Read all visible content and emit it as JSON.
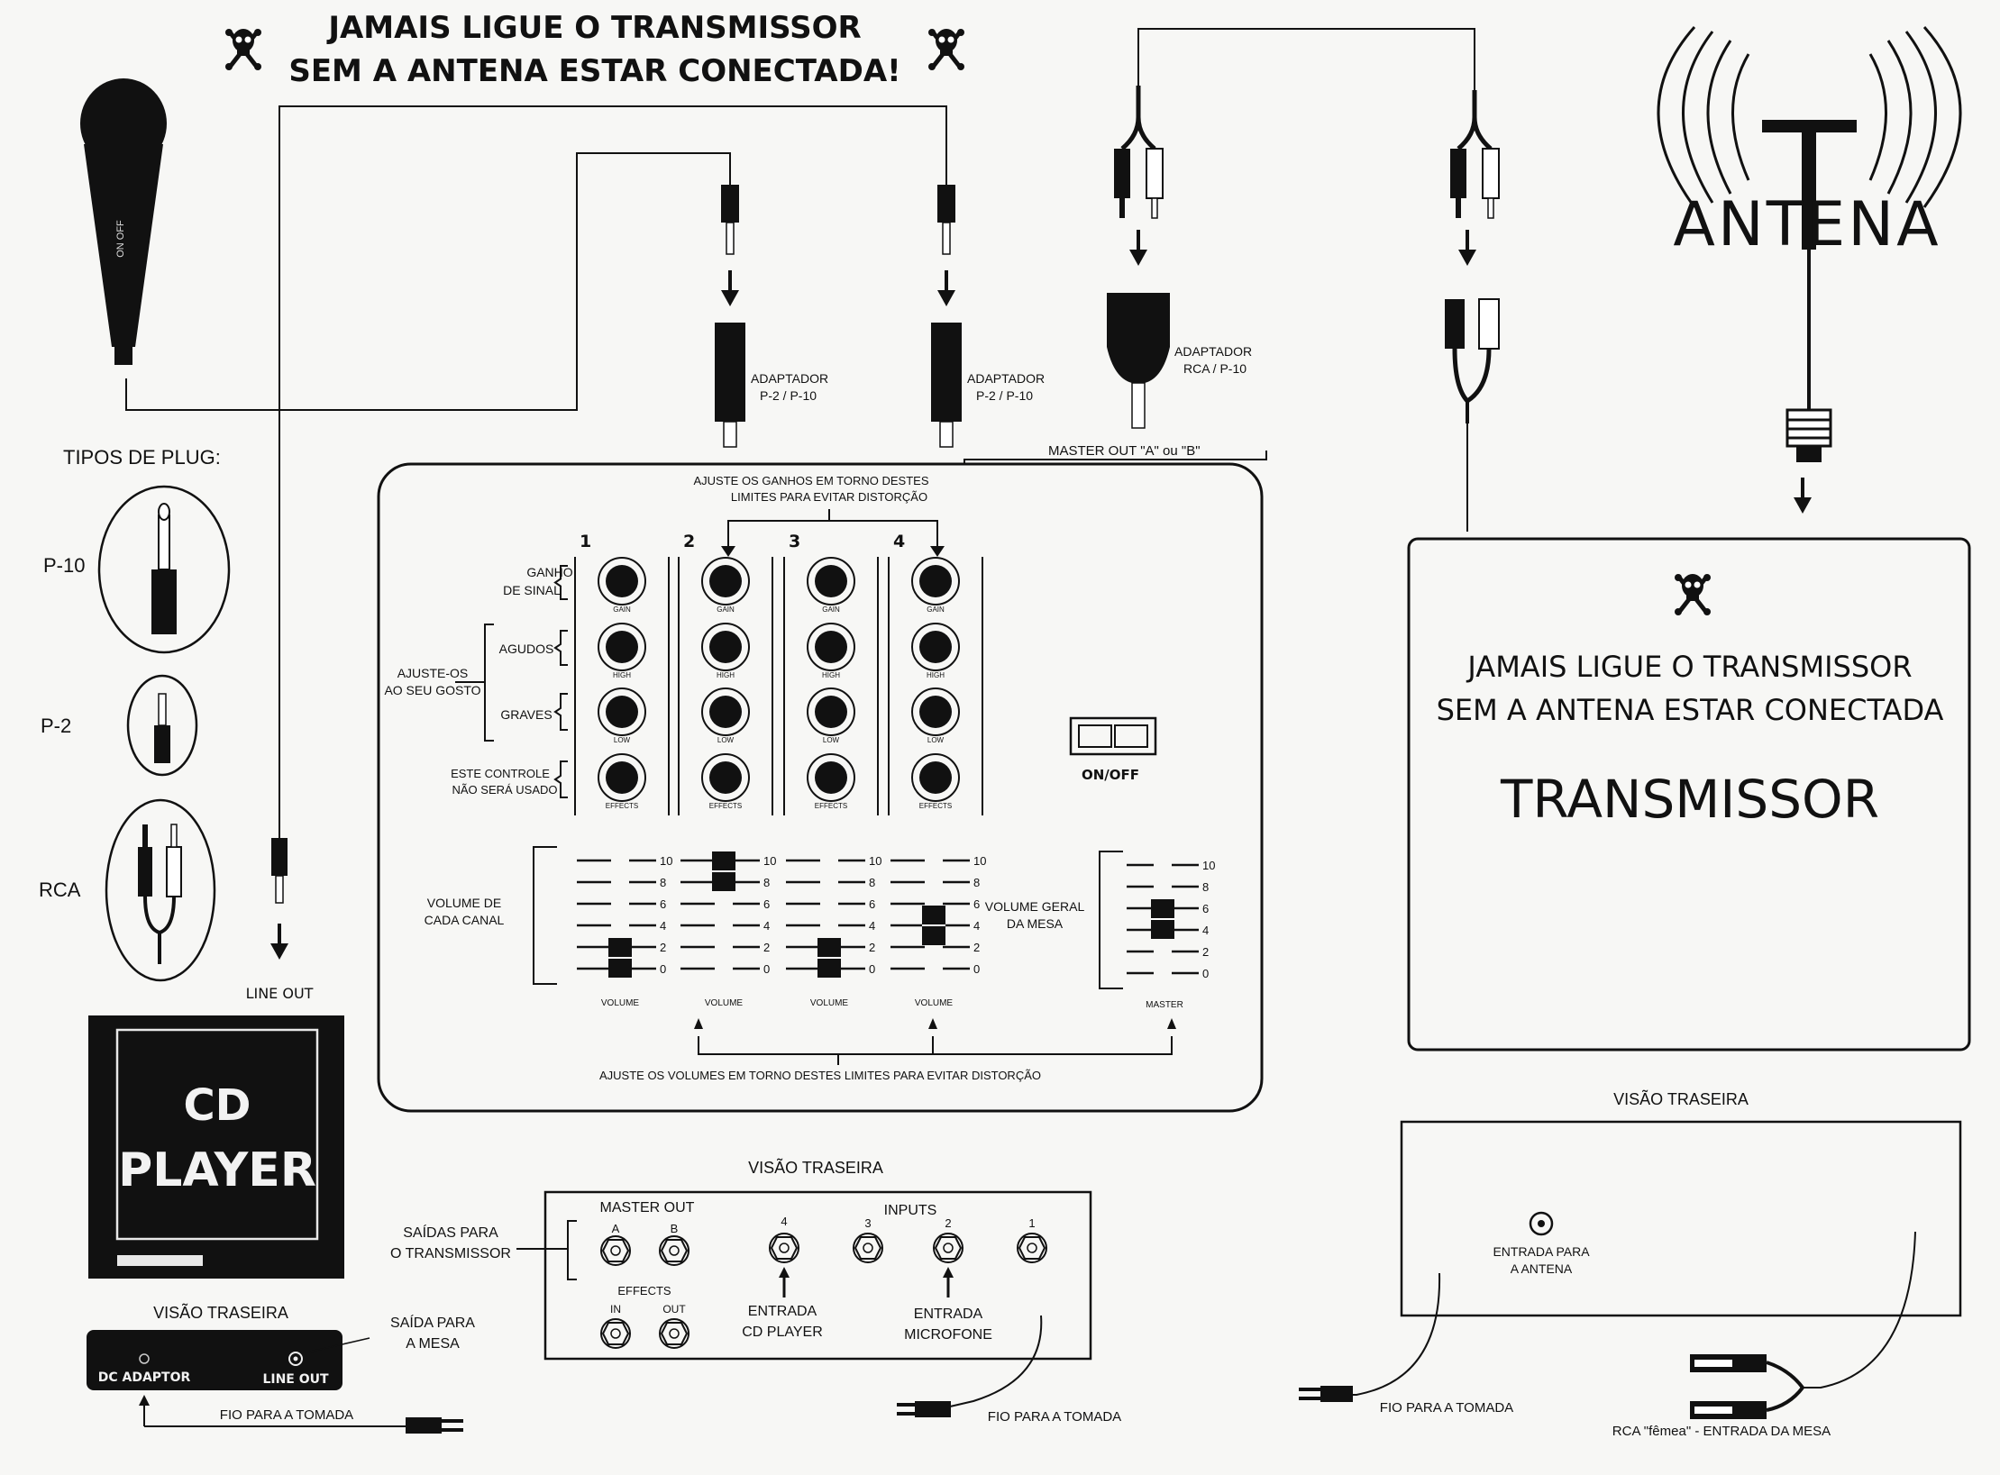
{
  "warning_top": {
    "line1": "JAMAIS LIGUE O TRANSMISSOR",
    "line2": "SEM A ANTENA ESTAR CONECTADA!"
  },
  "microphone": {
    "label": "ON OFF"
  },
  "plug_types": {
    "title": "TIPOS DE PLUG:",
    "p10": "P-10",
    "p2": "P-2",
    "rca": "RCA"
  },
  "adapters": {
    "p2_p10_a": {
      "line1": "ADAPTADOR",
      "line2": "P-2 / P-10"
    },
    "p2_p10_b": {
      "line1": "ADAPTADOR",
      "line2": "P-2 / P-10"
    },
    "rca_p10": {
      "line1": "ADAPTADOR",
      "line2": "RCA / P-10"
    }
  },
  "master_out_label": "MASTER OUT \"A\" ou \"B\"",
  "antenna": {
    "label": "ANTENA"
  },
  "mixer": {
    "gain_note": {
      "line1": "AJUSTE OS GANHOS EM TORNO DESTES",
      "line2": "LIMITES PARA EVITAR DISTORÇÃO"
    },
    "channels": [
      "1",
      "2",
      "3",
      "4"
    ],
    "rows": {
      "ganho": {
        "line1": "GANHO",
        "line2": "DE SINAL"
      },
      "agudos": "AGUDOS",
      "graves": "GRAVES",
      "efeito": {
        "line1": "ESTE CONTROLE",
        "line2": "NÃO SERÁ USADO"
      }
    },
    "ajuste_gosto": {
      "line1": "AJUSTE-OS",
      "line2": "AO SEU GOSTO"
    },
    "knob_labels": {
      "gain": "GAIN",
      "high": "HIGH",
      "low": "LOW",
      "effects": "EFFECTS"
    },
    "power": "ON/OFF",
    "volume_canal": {
      "line1": "VOLUME DE",
      "line2": "CADA CANAL"
    },
    "volume_geral": {
      "line1": "VOLUME GERAL",
      "line2": "DA MESA"
    },
    "fader_scale": [
      "10",
      "8",
      "6",
      "4",
      "2",
      "0"
    ],
    "fader_labels": [
      "VOLUME",
      "VOLUME",
      "VOLUME",
      "VOLUME"
    ],
    "fader_levels": [
      1,
      9,
      1,
      4
    ],
    "master_label": "MASTER",
    "master_level": 5,
    "volume_note": "AJUSTE OS VOLUMES EM TORNO DESTES LIMITES PARA EVITAR DISTORÇÃO"
  },
  "line_out_cable": "LINE OUT",
  "cd_player": {
    "line1": "CD",
    "line2": "PLAYER",
    "rear_title": "VISÃO TRASEIRA",
    "dc": "DC ADAPTOR",
    "line_out": "LINE OUT",
    "saida": {
      "line1": "SAÍDA PARA",
      "line2": "A MESA"
    },
    "fio": "FIO PARA A TOMADA"
  },
  "mixer_rear": {
    "title": "VISÃO TRASEIRA",
    "master_out": "MASTER OUT",
    "a": "A",
    "b": "B",
    "inputs": "INPUTS",
    "input_numbers": [
      "4",
      "3",
      "2",
      "1"
    ],
    "effects": "EFFECTS",
    "in": "IN",
    "out": "OUT",
    "saidas": {
      "line1": "SAÍDAS PARA",
      "line2": "O TRANSMISSOR"
    },
    "entrada_cd": {
      "line1": "ENTRADA",
      "line2": "CD PLAYER"
    },
    "entrada_mic": {
      "line1": "ENTRADA",
      "line2": "MICROFONE"
    },
    "fio": "FIO PARA A TOMADA"
  },
  "transmitter": {
    "warning1": "JAMAIS LIGUE O TRANSMISSOR",
    "warning2": "SEM A ANTENA ESTAR CONECTADA",
    "title": "TRANSMISSOR"
  },
  "transmitter_rear": {
    "title": "VISÃO TRASEIRA",
    "entrada": {
      "line1": "ENTRADA PARA",
      "line2": "A ANTENA"
    },
    "fio": "FIO PARA A TOMADA",
    "rca": "RCA \"fêmea\" - ENTRADA DA MESA"
  }
}
